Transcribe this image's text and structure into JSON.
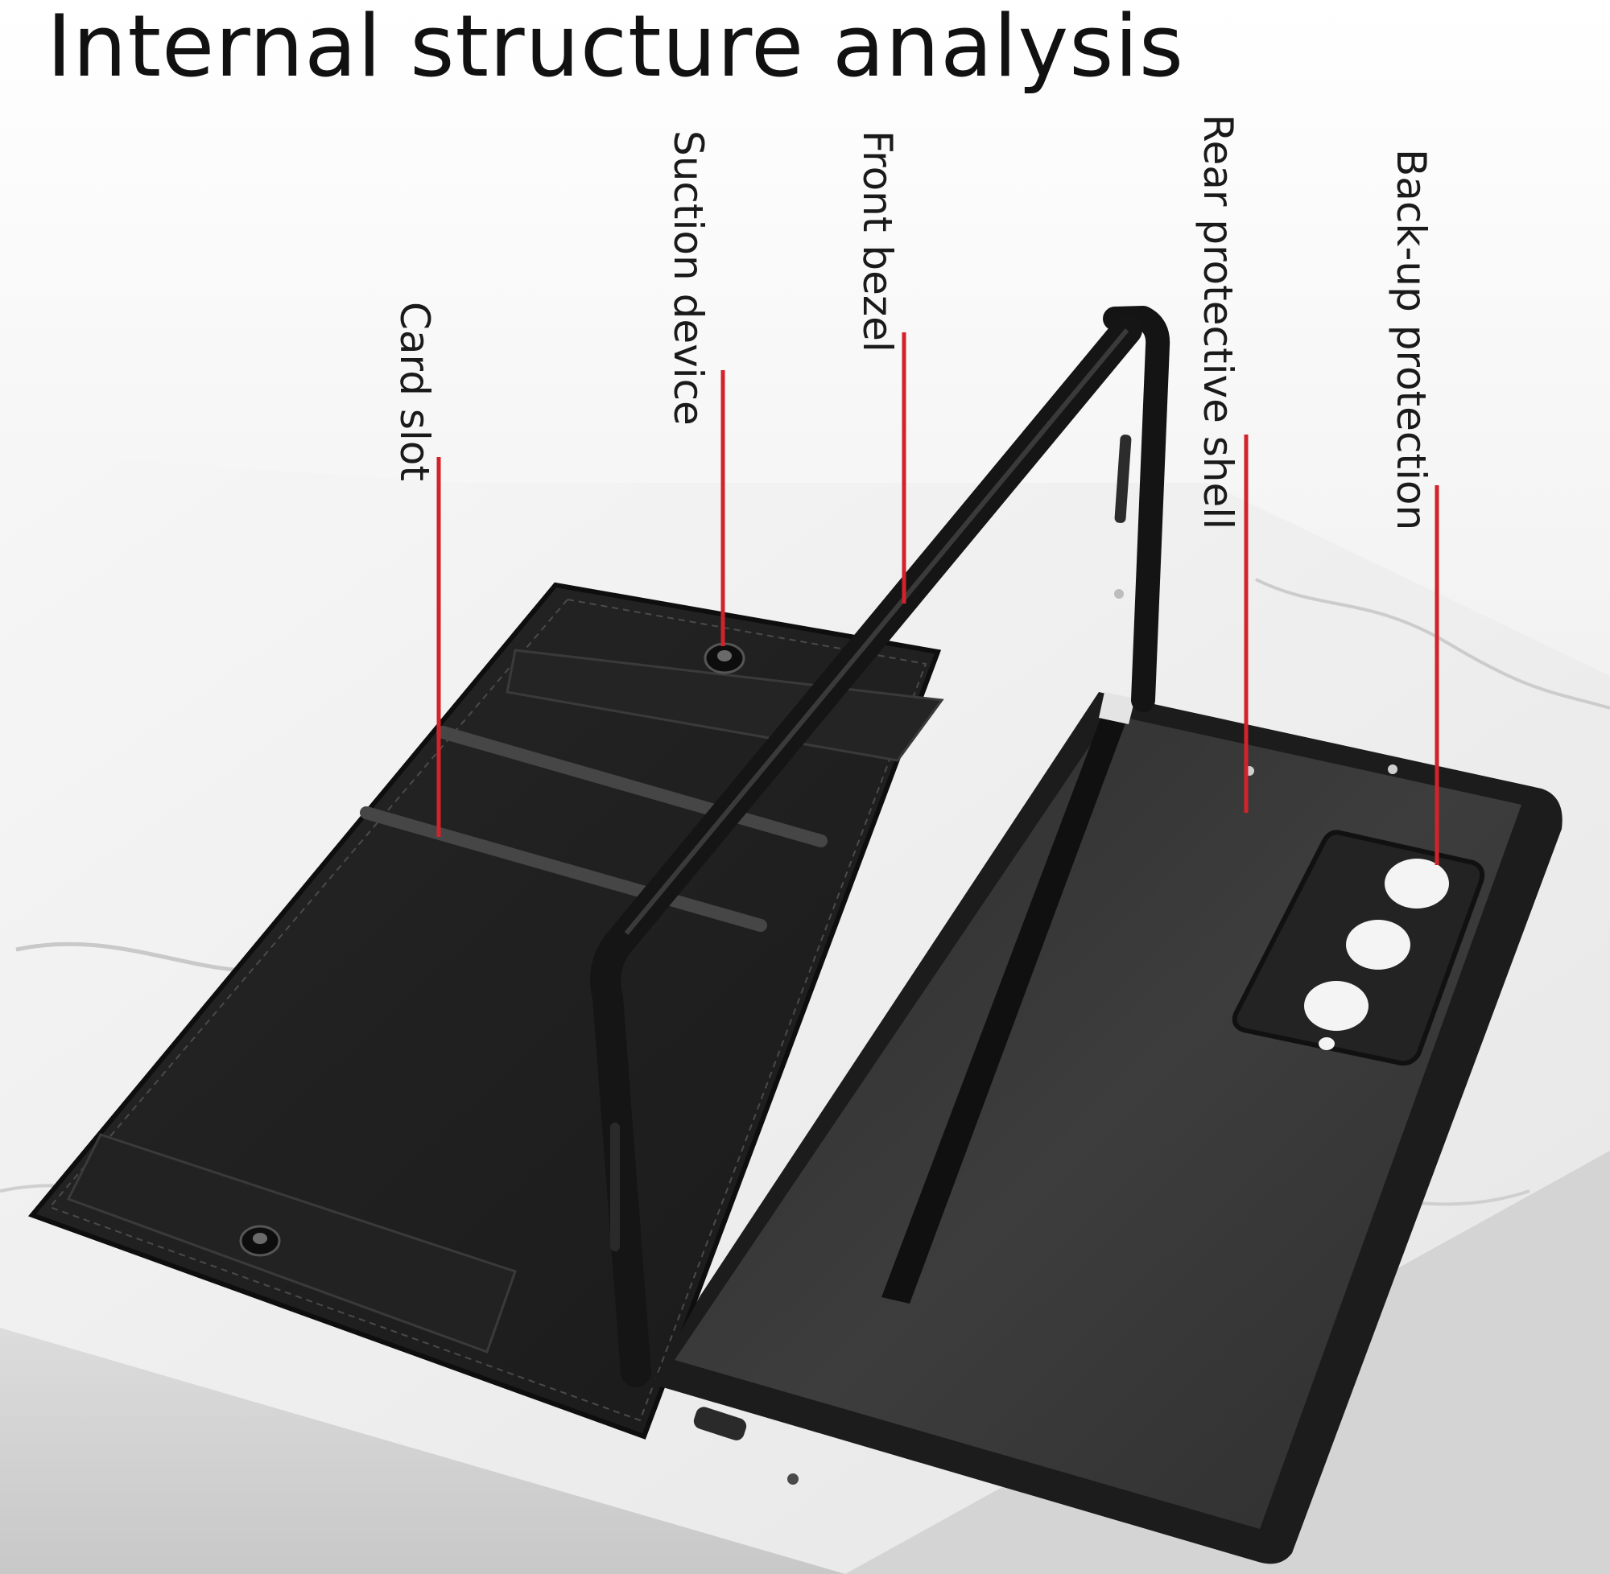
{
  "header": {
    "title": "Internal structure analysis"
  },
  "callouts": [
    {
      "label": "Card slot"
    },
    {
      "label": "Suction device"
    },
    {
      "label": "Front bezel"
    },
    {
      "label": "Rear protective shell"
    },
    {
      "label": "Back-up protection"
    }
  ],
  "colors": {
    "callout_line": "#d2232a",
    "case_black": "#1b1b1b",
    "shell_grey": "#3a3a3a",
    "marble_white": "#ececec"
  }
}
